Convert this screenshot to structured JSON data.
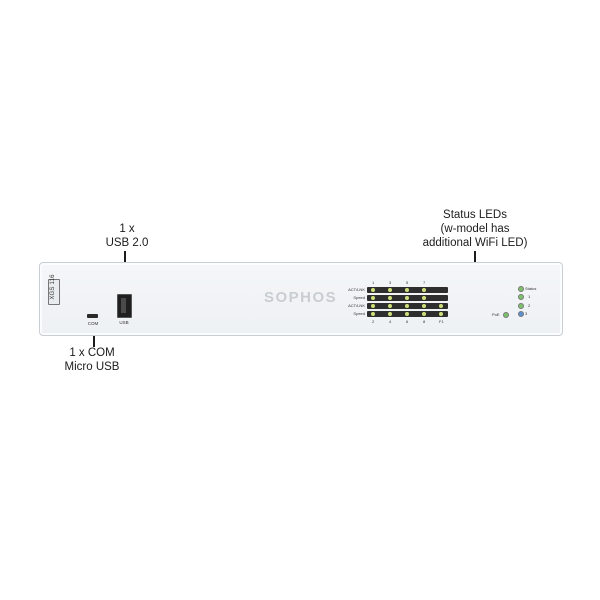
{
  "callouts": {
    "usb": [
      "1 x",
      "USB 2.0"
    ],
    "status": [
      "Status LEDs",
      "(w-model has",
      "additional WiFi LED)"
    ],
    "com": [
      "1 x COM",
      "Micro USB"
    ]
  },
  "device": {
    "brand": "SOPHOS",
    "model": "XGS 116",
    "port_labels": {
      "com": "COM",
      "usb": "USB"
    },
    "led_panel": {
      "top_numbers": [
        "1",
        "3",
        "5",
        "7"
      ],
      "bottom_numbers": [
        "2",
        "4",
        "6",
        "8",
        "F1"
      ],
      "row_labels": [
        "ACT/LNK",
        "Speed",
        "ACT/LNK",
        "Speed"
      ]
    },
    "poe_label": "PoE",
    "status_leds": [
      "Status",
      "1",
      "2",
      "3"
    ],
    "colors": {
      "led_green": "#cfe07a",
      "status_green": "#7cc26a",
      "status_blue": "#5b8fd6"
    }
  }
}
